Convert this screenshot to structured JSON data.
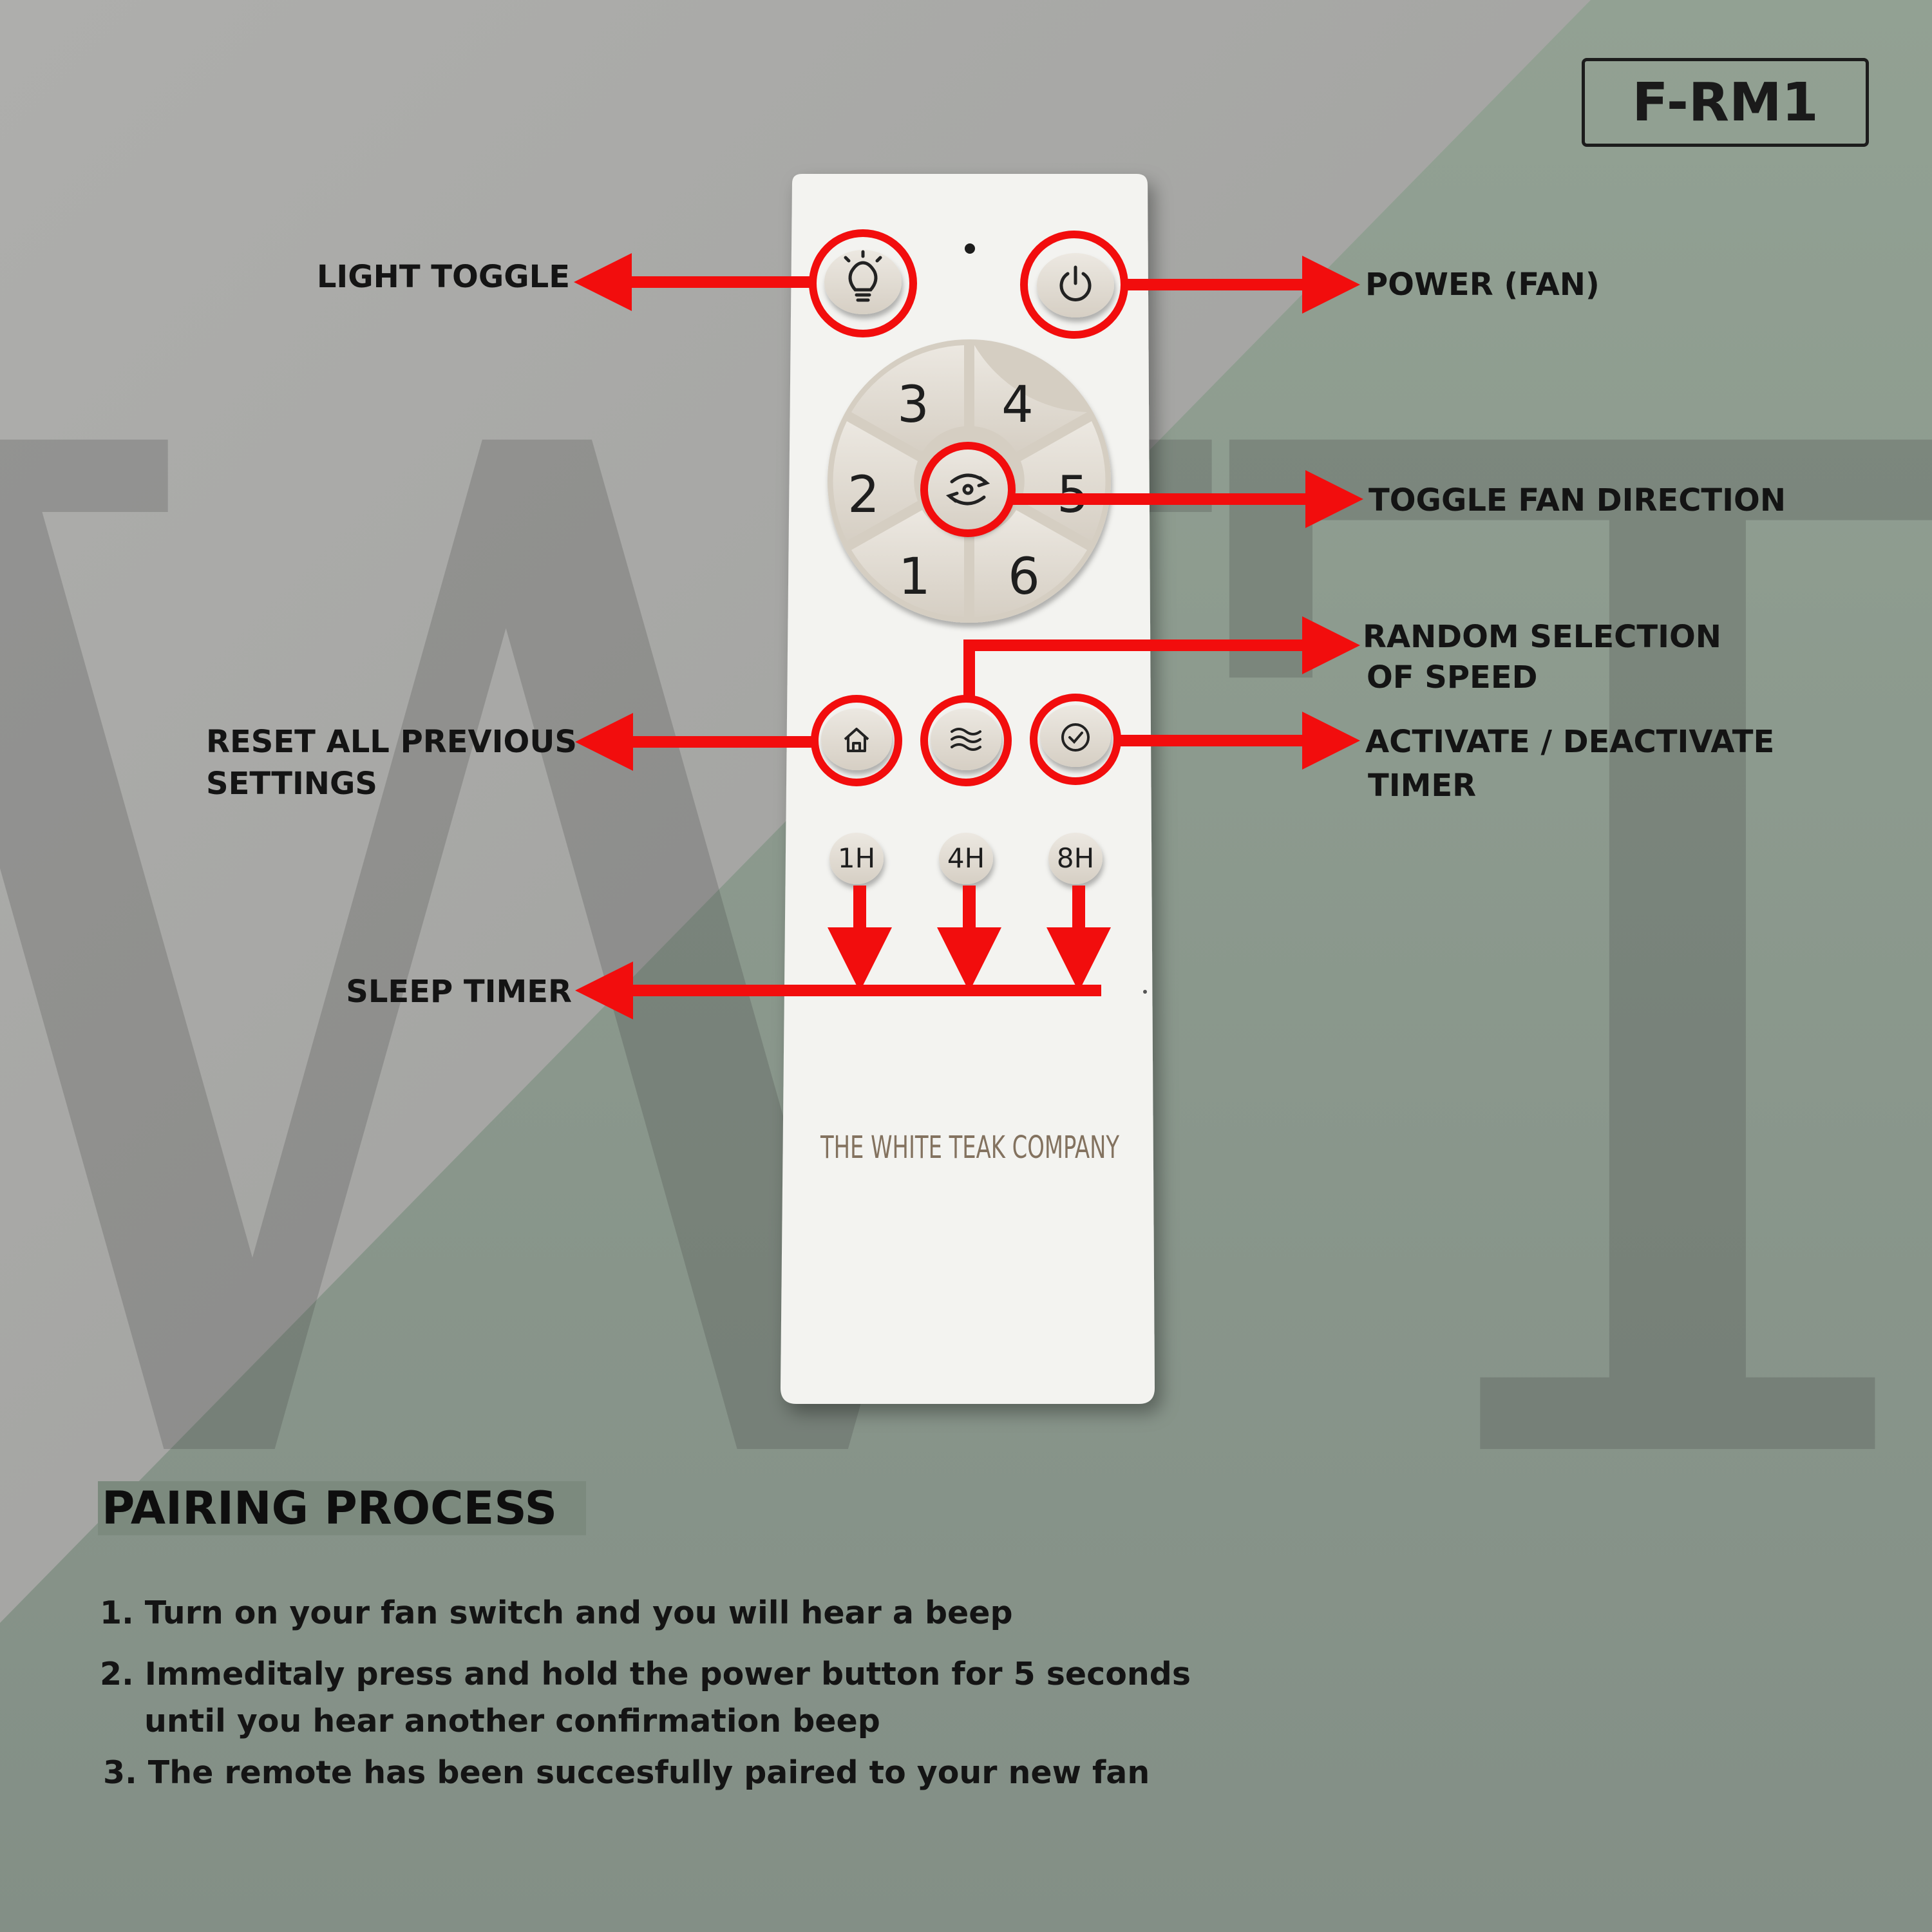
{
  "model": "F-RM1",
  "watermark": "WT",
  "remote": {
    "brand": "THE WHITE TEAK COMPANY",
    "speed_buttons": [
      "3",
      "4",
      "5",
      "6",
      "1",
      "2"
    ],
    "timer_buttons": [
      "1H",
      "4H",
      "8H"
    ]
  },
  "callouts": {
    "light_toggle": "LIGHT TOGGLE",
    "power_fan": "POWER (FAN)",
    "toggle_fan_direction": "TOGGLE FAN DIRECTION",
    "random_speed": [
      "RANDOM SELECTION",
      "OF SPEED"
    ],
    "reset_settings": [
      "RESET ALL PREVIOUS",
      "SETTINGS"
    ],
    "timer": [
      "ACTIVATE / DEACTIVATE",
      "TIMER"
    ],
    "sleep_timer": "SLEEP TIMER"
  },
  "pairing": {
    "title": "PAIRING PROCESS",
    "steps": [
      "1. Turn on your fan switch and you will hear a beep",
      "2. Immeditaly press and hold the power button for 5 seconds",
      "until you hear another confirmation beep",
      "3. The remote has been succesfully paired to your new fan"
    ]
  },
  "colors": {
    "callout_red": "#f20d0d",
    "remote_body": "#f2f2ef",
    "button": "#e3ddd3",
    "background_light": "#a4a5a1",
    "background_sage": "#8d9c90"
  },
  "icons": [
    "lightbulb-icon",
    "power-icon",
    "fan-direction-icon",
    "home-icon",
    "waves-icon",
    "clock-icon"
  ]
}
